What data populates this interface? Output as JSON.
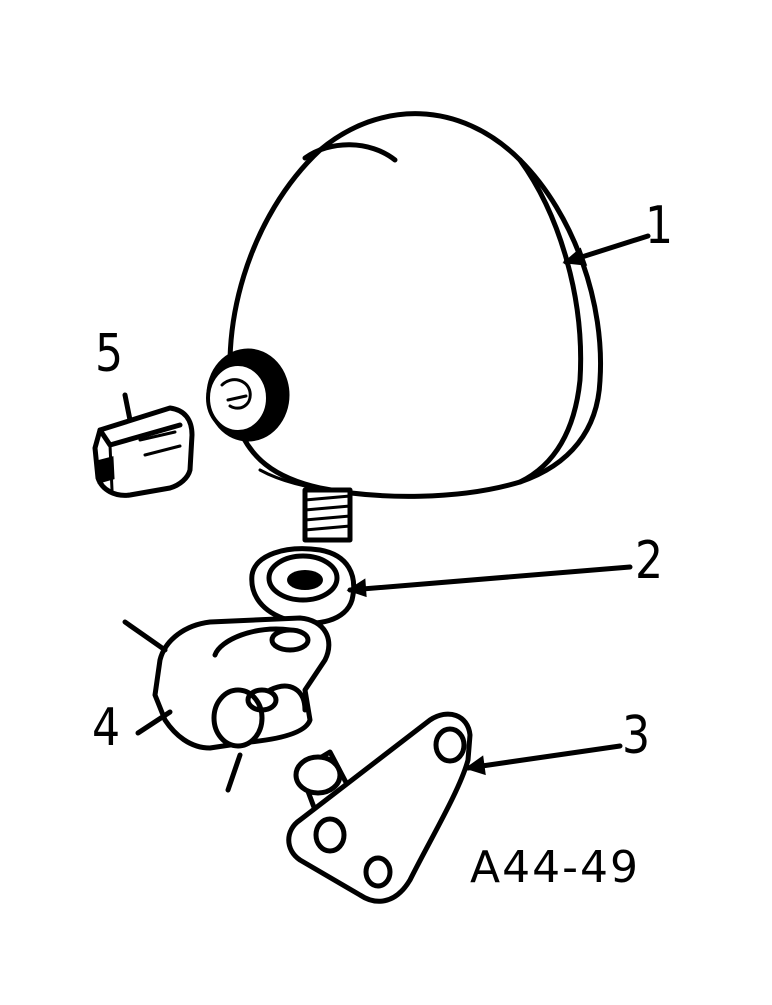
{
  "figure_code": "A44-49",
  "callouts": [
    {
      "number": "1",
      "part": "lamp-housing"
    },
    {
      "number": "2",
      "part": "washer"
    },
    {
      "number": "3",
      "part": "mounting-bracket"
    },
    {
      "number": "4",
      "part": "swivel-bracket"
    },
    {
      "number": "5",
      "part": "connector"
    }
  ],
  "colors": {
    "ink": "#000000",
    "paper": "#ffffff"
  }
}
